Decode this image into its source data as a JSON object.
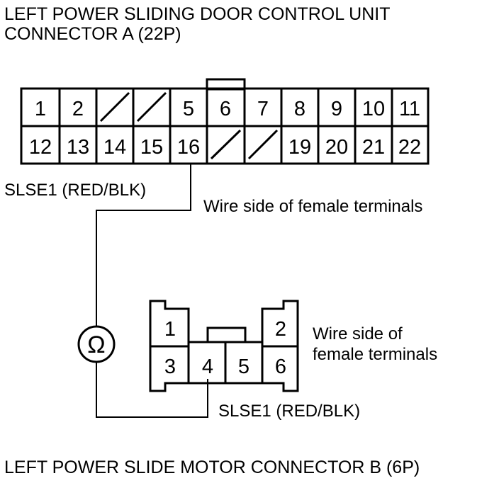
{
  "connector_a": {
    "title_line1": "LEFT POWER SLIDING DOOR CONTROL UNIT",
    "title_line2": "CONNECTOR A (22P)",
    "row1": [
      "1",
      "2",
      "",
      "",
      "5",
      "6",
      "7",
      "8",
      "9",
      "10",
      "11"
    ],
    "row2": [
      "12",
      "13",
      "14",
      "15",
      "16",
      "",
      "",
      "19",
      "20",
      "21",
      "22"
    ],
    "probe_label": "SLSE1 (RED/BLK)",
    "side_label": "Wire side of female terminals"
  },
  "meter": {
    "symbol": "Ω"
  },
  "connector_b": {
    "top_pins": [
      "1",
      "2"
    ],
    "bottom_pins": [
      "3",
      "4",
      "5",
      "6"
    ],
    "side_label_line1": "Wire side of",
    "side_label_line2": "female terminals",
    "probe_label": "SLSE1 (RED/BLK)",
    "title": "LEFT POWER SLIDE MOTOR CONNECTOR B (6P)"
  }
}
